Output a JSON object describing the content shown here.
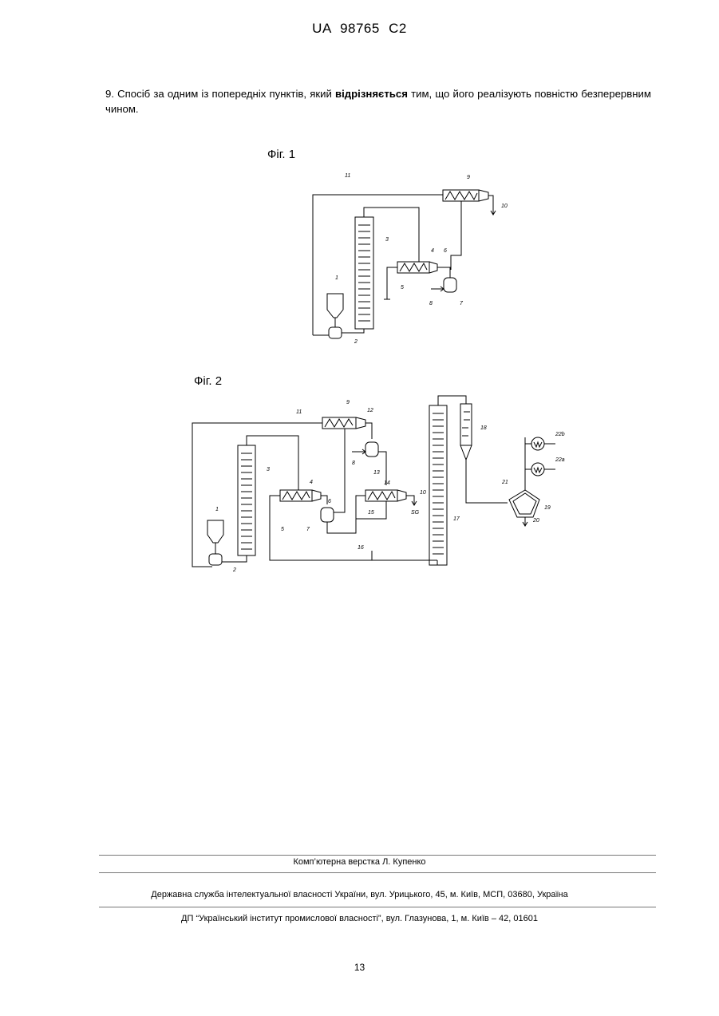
{
  "header": {
    "publication": "UA 98765 C2"
  },
  "claim": {
    "pre": "9. Спосіб за одним із попередніх пунктів, який ",
    "bold": "відрізняється",
    "post": " тим, що його реалізують повністю безперервним чином."
  },
  "figures": [
    {
      "caption": "Фіг. 1",
      "labels": [
        "1",
        "2",
        "3",
        "4",
        "5",
        "6",
        "7",
        "8",
        "9",
        "10",
        "11"
      ]
    },
    {
      "caption": "Фіг. 2",
      "labels": [
        "1",
        "2",
        "3",
        "4",
        "5",
        "6",
        "7",
        "8",
        "9",
        "10",
        "11",
        "12",
        "13",
        "14",
        "15",
        "16",
        "17",
        "18",
        "19",
        "20",
        "21",
        "22a",
        "22b",
        "SG"
      ]
    }
  ],
  "footer": {
    "layout": "Комп’ютерна верстка Л. Купенко",
    "agency": "Державна служба інтелектуальної власності України, вул. Урицького, 45, м. Київ, МСП, 03680, Україна",
    "institute": "ДП “Український інститут промислової власності”, вул. Глазунова, 1, м. Київ – 42, 01601"
  },
  "page_number": "13"
}
